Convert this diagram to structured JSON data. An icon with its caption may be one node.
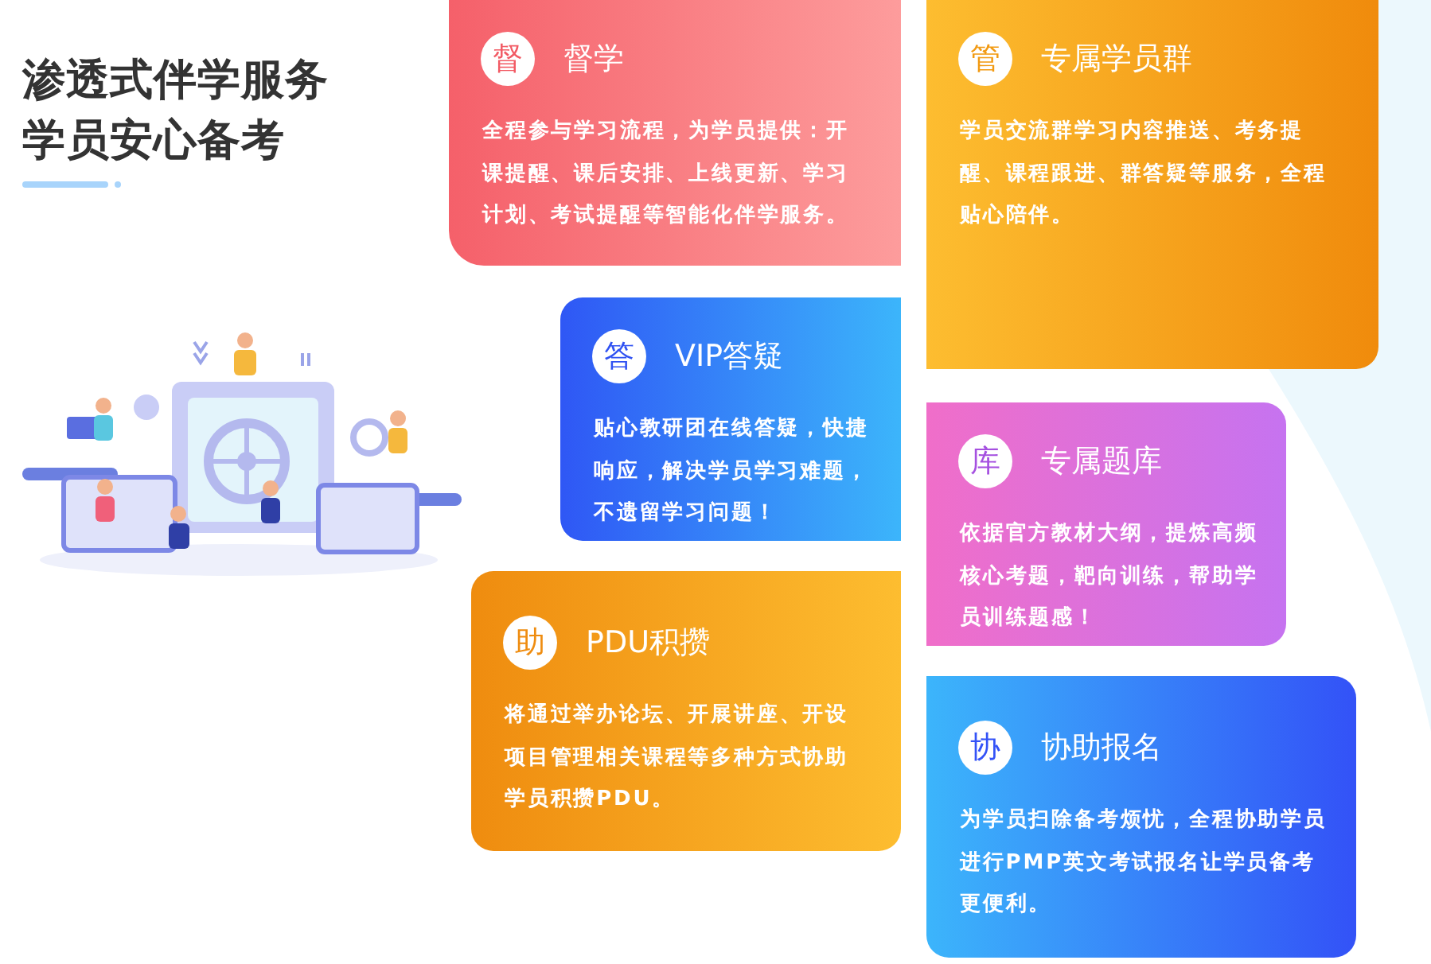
{
  "diagram": {
    "title": "渗透式伴学服务学员安心备考",
    "nodes": [
      {
        "text": [
          "督学",
          "全程参与学习流程，为学员提供：开课提醒、课后安排、上线更新、学习计划、考试提醒等智能化伴学服务。"
        ]
      },
      {
        "text": [
          "督"
        ],
        "in": 0
      },
      {
        "text": [
          "专属学员群",
          "学员交流群学习内容推送、考务提醒、课程跟进、群答疑等服务，全程贴心陪伴。"
        ]
      },
      {
        "text": [
          "管"
        ],
        "in": 2
      },
      {
        "text": [
          "VIP答疑",
          "贴心教研团在线答疑，快捷响应，解决学员学习难题，不遗留学习问题！"
        ]
      },
      {
        "text": [
          "答"
        ],
        "in": 4
      },
      {
        "text": [
          "专属题库",
          "依据官方教材大纲，提炼高频核心考题，靶向训练，帮助学员训练题感！"
        ]
      },
      {
        "text": [
          "库"
        ],
        "in": 6
      },
      {
        "text": [
          "PDU积攒",
          "将通过举办论坛、开展讲座、开设项目管理相关课程等多种方式协助学员积攒PDU。"
        ]
      },
      {
        "text": [
          "助"
        ],
        "in": 8
      },
      {
        "text": [
          "协助报名",
          "为学员扫除备考烦忧，全程协助学员进行PMP英文考试报名让学员备考更便利。"
        ]
      },
      {
        "text": [
          "协"
        ],
        "in": 10
      }
    ]
  }
}
